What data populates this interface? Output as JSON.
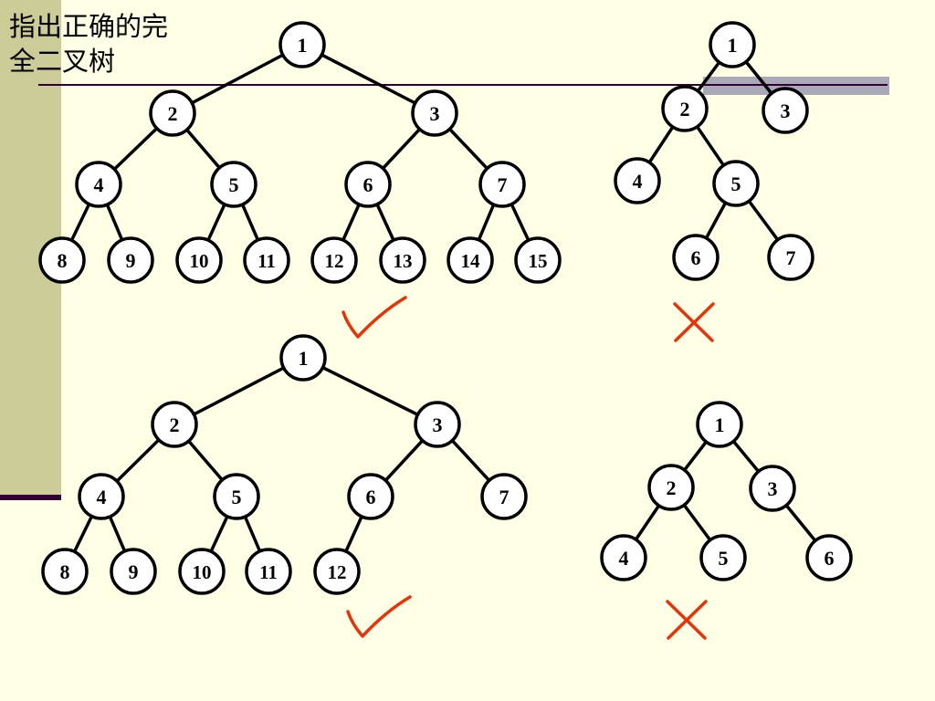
{
  "title": "指出正确的完\n全二叉树",
  "colors": {
    "background": "#FFFFE5",
    "sidebar": "#CCCC99",
    "rule": "#330033",
    "mark": "#E8330A"
  },
  "trees": [
    {
      "id": "tree-a",
      "nodes": [
        {
          "label": "1"
        },
        {
          "label": "2",
          "parent": 0
        },
        {
          "label": "3",
          "parent": 0
        },
        {
          "label": "4",
          "parent": 1
        },
        {
          "label": "5",
          "parent": 1
        },
        {
          "label": "6",
          "parent": 2
        },
        {
          "label": "7",
          "parent": 2
        },
        {
          "label": "8",
          "parent": 3
        },
        {
          "label": "9",
          "parent": 3
        },
        {
          "label": "10",
          "parent": 4
        },
        {
          "label": "11",
          "parent": 4
        },
        {
          "label": "12",
          "parent": 5
        },
        {
          "label": "13",
          "parent": 5
        },
        {
          "label": "14",
          "parent": 6
        },
        {
          "label": "15",
          "parent": 6
        }
      ],
      "verdict": "check"
    },
    {
      "id": "tree-b",
      "nodes": [
        {
          "label": "1"
        },
        {
          "label": "2",
          "parent": 0
        },
        {
          "label": "3",
          "parent": 0
        },
        {
          "label": "4",
          "parent": 1
        },
        {
          "label": "5",
          "parent": 1
        },
        {
          "label": "6",
          "parent": 4
        },
        {
          "label": "7",
          "parent": 4
        }
      ],
      "verdict": "cross"
    },
    {
      "id": "tree-c",
      "nodes": [
        {
          "label": "1"
        },
        {
          "label": "2",
          "parent": 0
        },
        {
          "label": "3",
          "parent": 0
        },
        {
          "label": "4",
          "parent": 1
        },
        {
          "label": "5",
          "parent": 1
        },
        {
          "label": "6",
          "parent": 2
        },
        {
          "label": "7",
          "parent": 2
        },
        {
          "label": "8",
          "parent": 3
        },
        {
          "label": "9",
          "parent": 3
        },
        {
          "label": "10",
          "parent": 4
        },
        {
          "label": "11",
          "parent": 4
        },
        {
          "label": "12",
          "parent": 5
        }
      ],
      "verdict": "check"
    },
    {
      "id": "tree-d",
      "nodes": [
        {
          "label": "1"
        },
        {
          "label": "2",
          "parent": 0
        },
        {
          "label": "3",
          "parent": 0
        },
        {
          "label": "4",
          "parent": 1
        },
        {
          "label": "5",
          "parent": 1
        },
        {
          "label": "6",
          "parent": 2
        }
      ],
      "verdict": "cross"
    }
  ]
}
